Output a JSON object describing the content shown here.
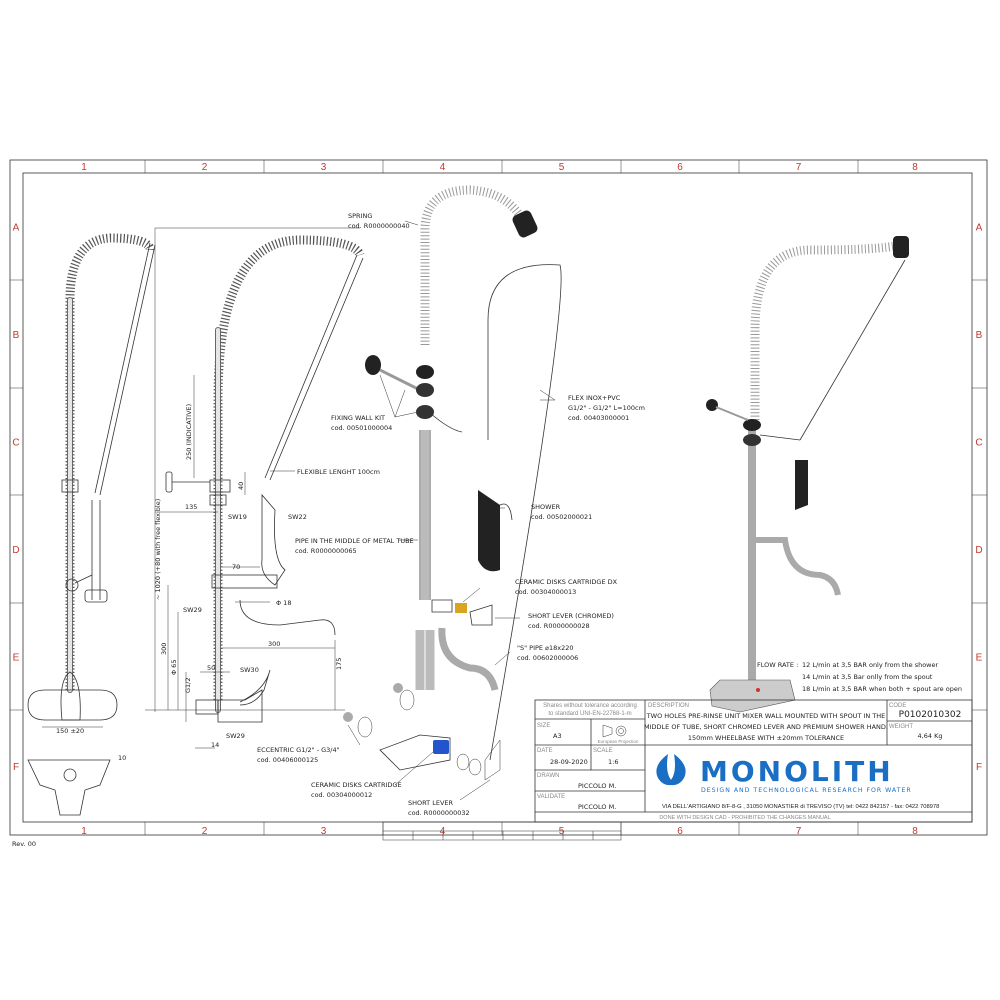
{
  "grid": {
    "columns": [
      "1",
      "2",
      "3",
      "4",
      "5",
      "6",
      "7",
      "8"
    ],
    "rows": [
      "A",
      "B",
      "C",
      "D",
      "E",
      "F"
    ]
  },
  "revision": "Rev. 00",
  "dimensions": {
    "total_height": "~ 1020 (+80 with free flexible)",
    "indicative": "250 (INDICATIVE)",
    "d135": "135",
    "d40": "40",
    "sw19": "SW19",
    "sw22": "SW22",
    "d70": "70",
    "phi18": "Φ 18",
    "sw29a": "SW29",
    "d300h": "300",
    "d300v": "300",
    "phi65": "Φ 65",
    "g12": "G1/2",
    "d50": "50",
    "sw30": "SW30",
    "d175": "175",
    "sw29b": "SW29",
    "d14": "14",
    "d150": "150 ±20",
    "d10": "10"
  },
  "labels": {
    "flexible_length": "FLEXIBLE LENGHT 100cm",
    "pipe_name": "PIPE IN THE MIDDLE OF METAL TUBE",
    "pipe_code": "cod. R0000000065",
    "spring_name": "SPRING",
    "spring_code": "cod. R0000000040",
    "fixing_name": "FIXING WALL KIT",
    "fixing_code": "cod. 00501000004",
    "flex_name": "FLEX INOX+PVC",
    "flex_spec": "G1/2\" - G1/2\" L=100cm",
    "flex_code": "cod. 00403000001",
    "shower_name": "SHOWER",
    "shower_code": "cod. 00502000021",
    "cart_dx_name": "CERAMIC DISKS CARTRIDGE DX",
    "cart_dx_code": "cod. 00304000013",
    "lever_chr_name": "SHORT LEVER (CHROMED)",
    "lever_chr_code": "cod. R0000000028",
    "spipe_name": "\"S\" PIPE ⌀18x220",
    "spipe_code": "cod. 00602000006",
    "eccentric_name": "ECCENTRIC G1/2\" - G3/4\"",
    "eccentric_code": "cod. 00406000125",
    "cart_name": "CERAMIC DISKS CARTRIDGE",
    "cart_code": "cod. 00304000012",
    "lever_name": "SHORT LEVER",
    "lever_code": "cod. R0000000032"
  },
  "flow_rate": {
    "label": "FLOW RATE :",
    "lines": [
      "12 L/min at 3,5 BAR only from the shower",
      "14 L/min at 3,5 Bar onlly from the spout",
      "18 L/min at 3,5 BAR when both + spout are open"
    ]
  },
  "title_block": {
    "tolerance_note_1": "Shares without tolerance according",
    "tolerance_note_2": "to standard  UNI-EN-22768-1-m",
    "size_label": "SIZE",
    "size": "A3",
    "projection": "European Projection",
    "date_label": "DATE",
    "date": "28-09-2020",
    "scale_label": "SCALE",
    "scale": "1:6",
    "drawn_label": "DRAWN",
    "drawn": "PICCOLO M.",
    "validate_label": "VALIDATE",
    "validate": "PICCOLO M.",
    "description_label": "DESCRIPTION",
    "description": [
      "TWO HOLES PRE-RINSE UNIT MIXER WALL MOUNTED WITH SPOUT IN THE",
      "MIDDLE OF TUBE, SHORT CHROMED LEVER AND PREMIUM SHOWER HAND.",
      "150mm WHEELBASE WITH ±20mm TOLERANCE"
    ],
    "code_label": "CODE",
    "code": "P0102010302",
    "weight_label": "WEIGHT",
    "weight": "4,64 Kg",
    "brand": "MONOLITH",
    "tagline": "DESIGN AND TECHNOLOGICAL RESEARCH FOR WATER",
    "address": "VIA DELL'ARTIGIANO 8/F-8-G , 31050 MONASTIER di TREVISO (TV) tel: 0422 842157 - fax: 0422 708978",
    "footer": "DONE WITH DESIGN CAD - PROHIBITED THE CHANGES MANUAL"
  },
  "colors": {
    "brand": "#1a6fc4",
    "grid_label": "#c0392b",
    "cartridge": "#2255cc",
    "cartridge_dx": "#d9a520"
  }
}
